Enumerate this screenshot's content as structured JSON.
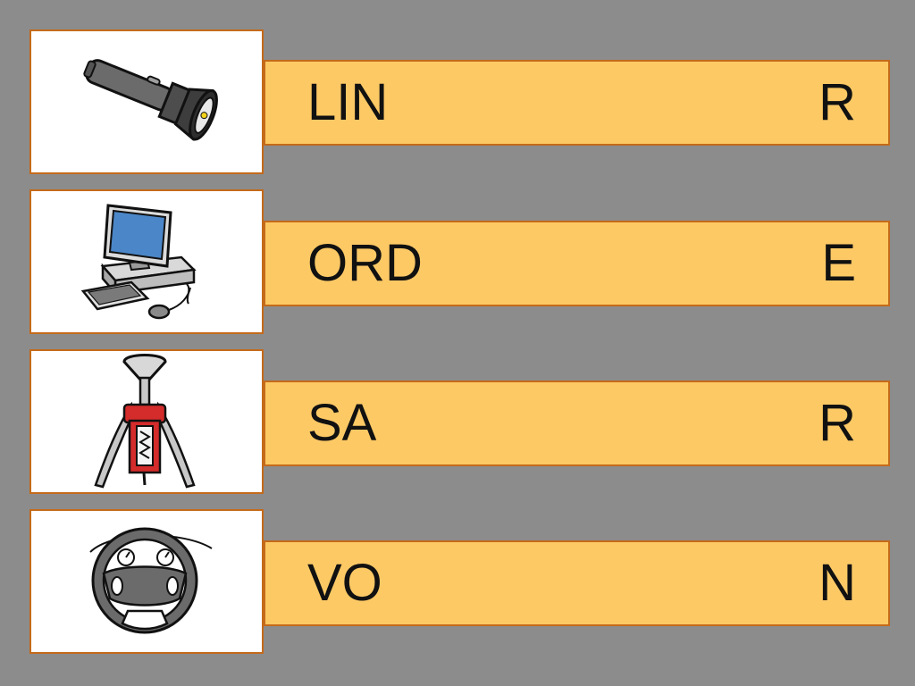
{
  "rows": [
    {
      "prefix": "LIN",
      "suffix": "R",
      "image": "flashlight-icon"
    },
    {
      "prefix": "ORD",
      "suffix": "E",
      "image": "computer-icon"
    },
    {
      "prefix": "SA",
      "suffix": "R",
      "image": "corkscrew-icon"
    },
    {
      "prefix": "VO",
      "suffix": "N",
      "image": "steering-wheel-icon"
    }
  ],
  "colors": {
    "background": "#8c8c8c",
    "bar_fill": "#fdc965",
    "border": "#c46a1a",
    "card_fill": "#ffffff"
  }
}
